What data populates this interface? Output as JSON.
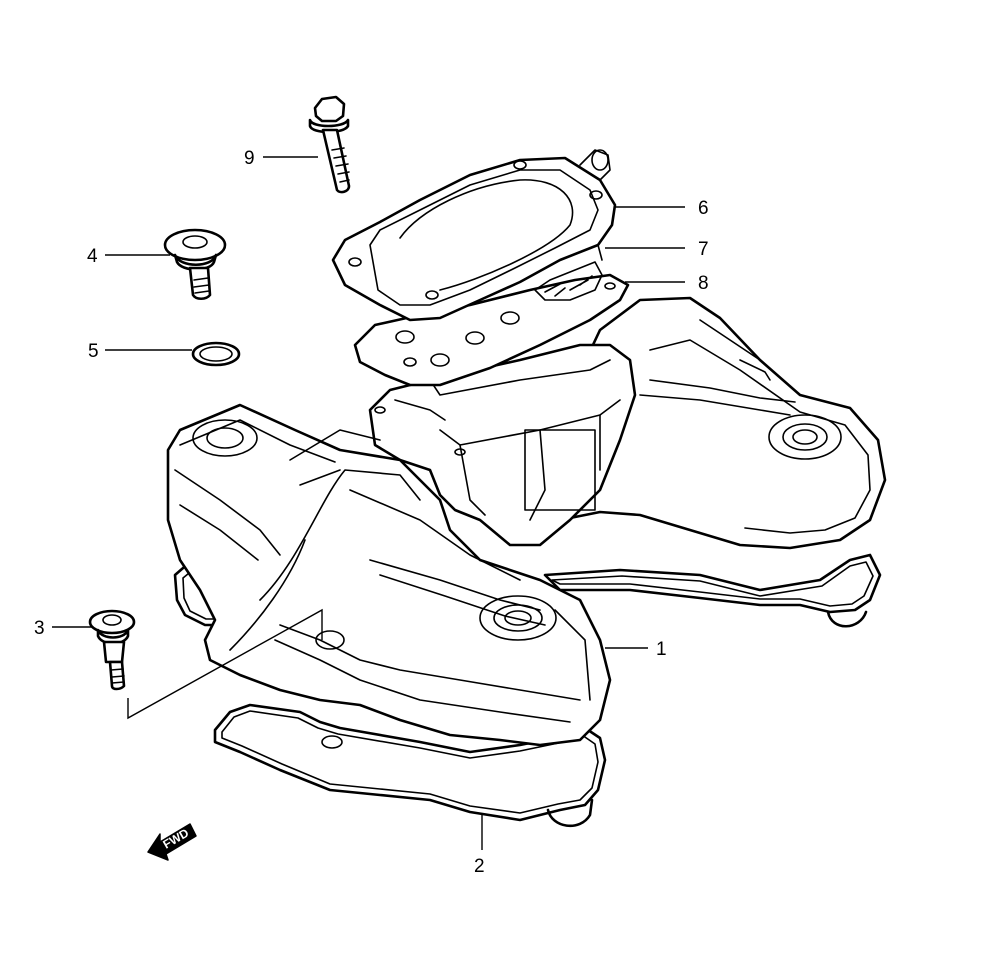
{
  "callouts": {
    "c1": "1",
    "c2": "2",
    "c3": "3",
    "c4": "4",
    "c5": "5",
    "c6": "6",
    "c7": "7",
    "c8": "8",
    "c9": "9"
  },
  "direction_marker": {
    "label": "FWD",
    "icon": "arrow-left-icon"
  }
}
